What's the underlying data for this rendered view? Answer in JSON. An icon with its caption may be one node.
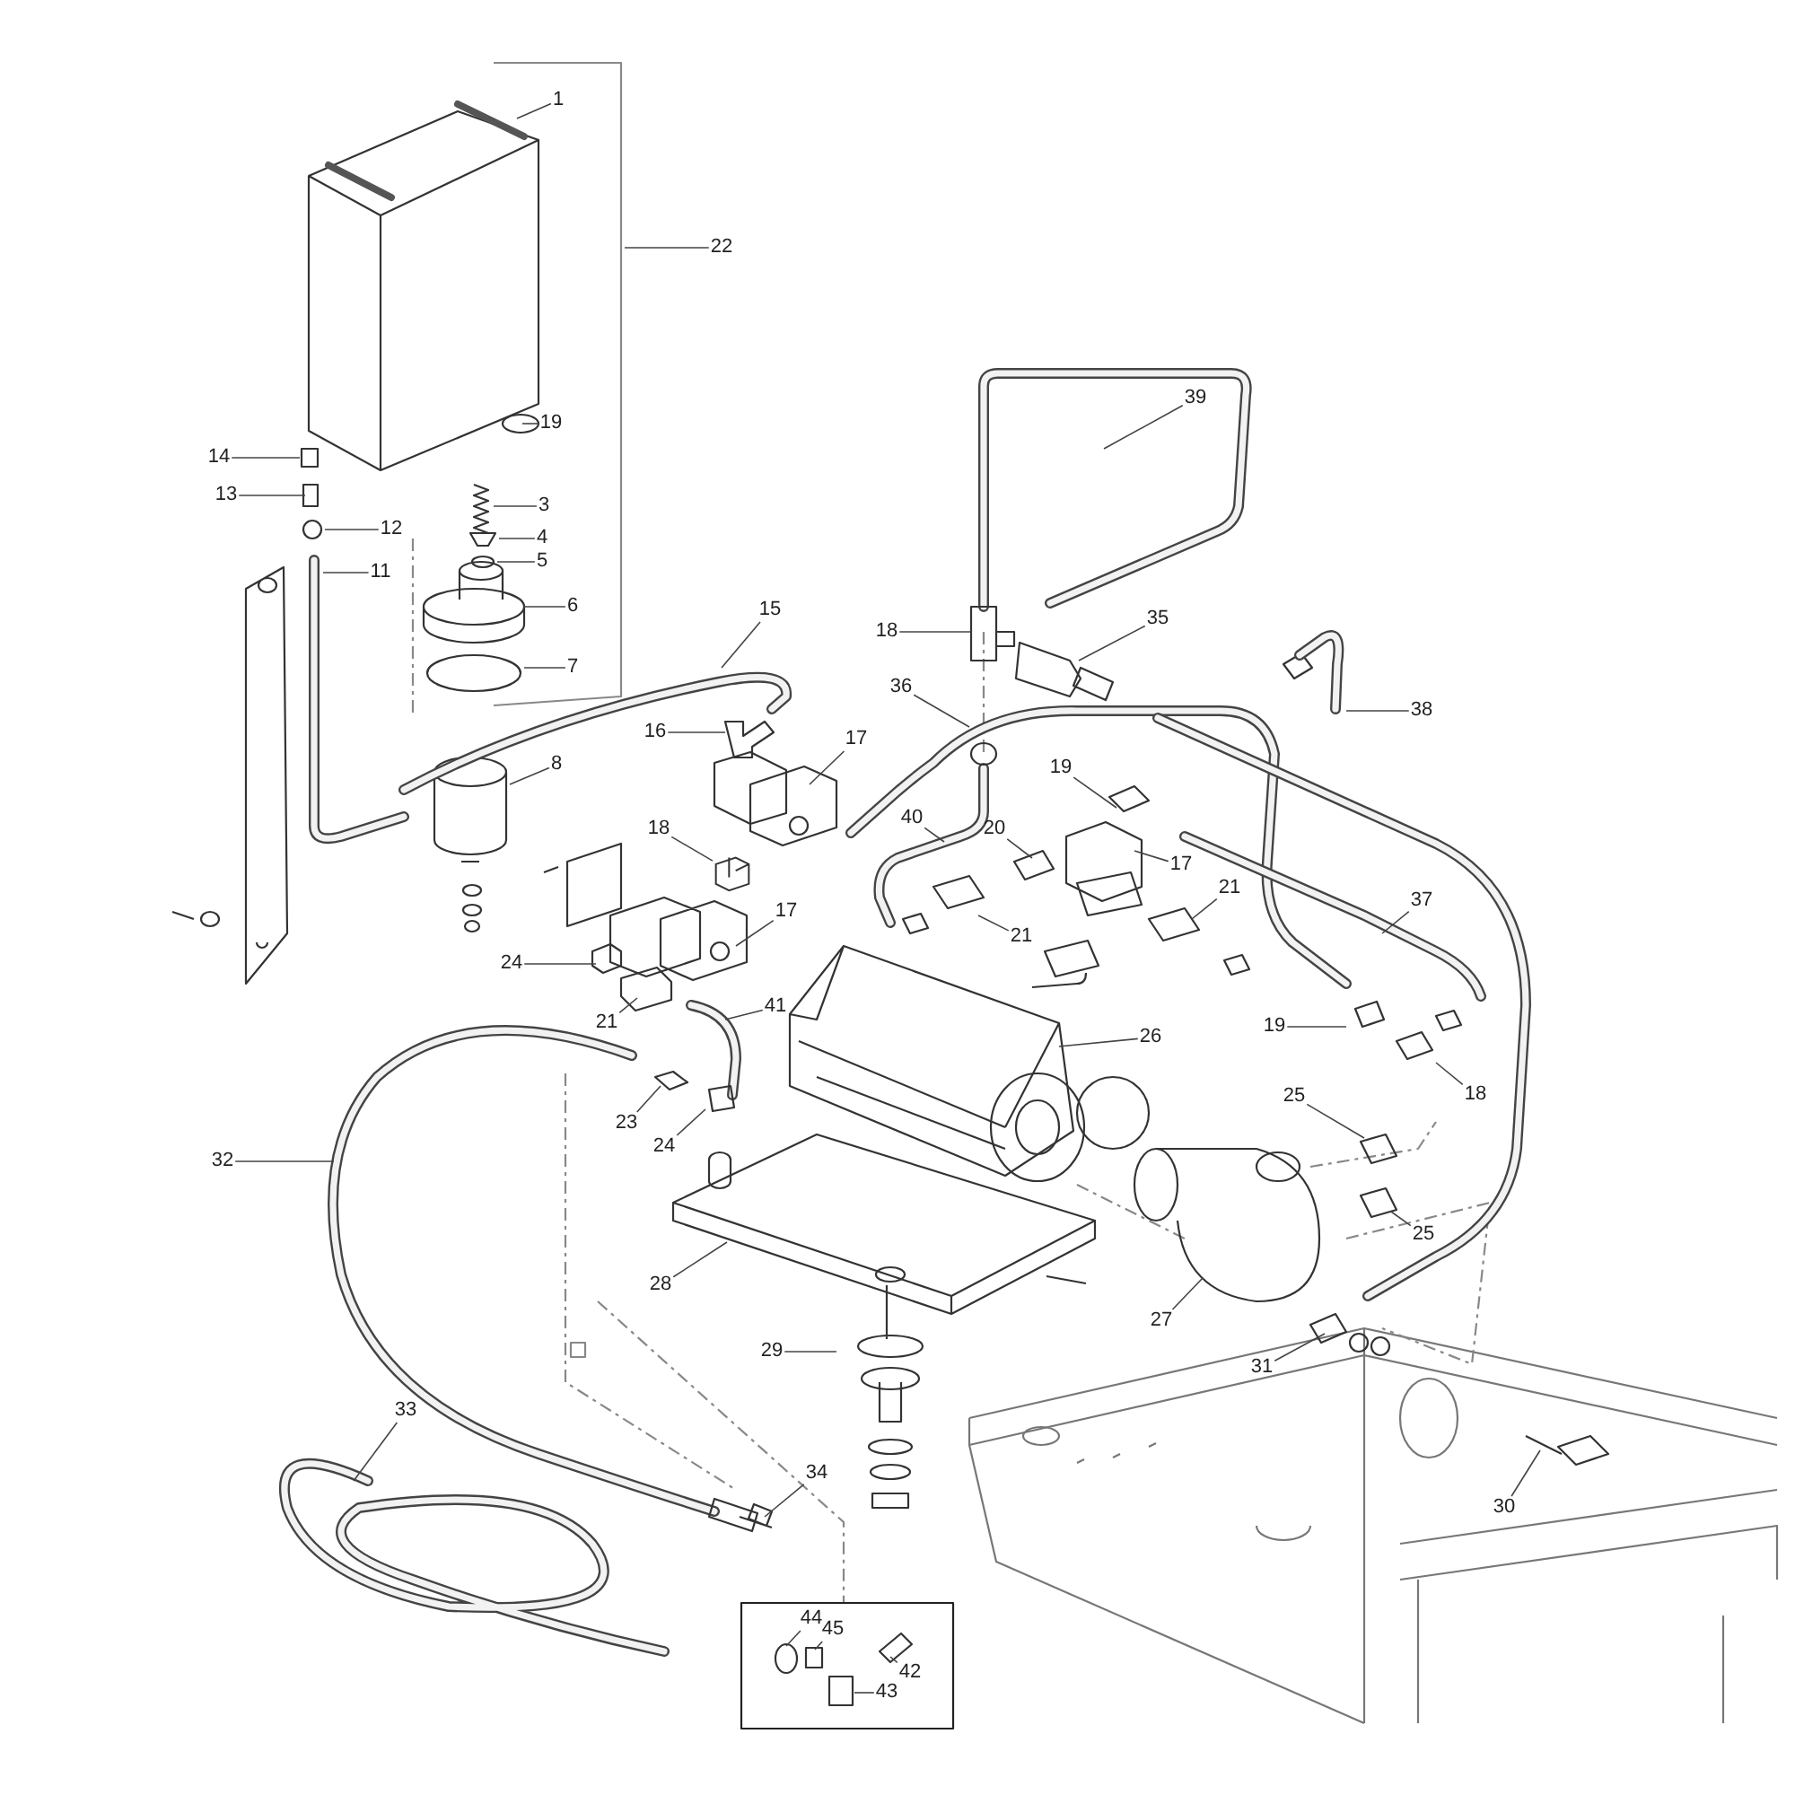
{
  "diagram": {
    "nodes": [
      {
        "text": [
          "1"
        ]
      },
      {
        "text": [
          "22"
        ]
      },
      {
        "text": [
          "19"
        ]
      },
      {
        "text": [
          "14"
        ]
      },
      {
        "text": [
          "13"
        ]
      },
      {
        "text": [
          "12"
        ]
      },
      {
        "text": [
          "3"
        ]
      },
      {
        "text": [
          "4"
        ]
      },
      {
        "text": [
          "5"
        ]
      },
      {
        "text": [
          "11"
        ]
      },
      {
        "text": [
          "6"
        ]
      },
      {
        "text": [
          "7"
        ]
      },
      {
        "text": [
          "15"
        ]
      },
      {
        "text": [
          "16"
        ]
      },
      {
        "text": [
          "8"
        ]
      },
      {
        "text": [
          "17"
        ]
      },
      {
        "text": [
          "18"
        ]
      },
      {
        "text": [
          "17"
        ]
      },
      {
        "text": [
          "18"
        ]
      },
      {
        "text": [
          "35"
        ]
      },
      {
        "text": [
          "39"
        ]
      },
      {
        "text": [
          "36"
        ]
      },
      {
        "text": [
          "38"
        ]
      },
      {
        "text": [
          "19"
        ]
      },
      {
        "text": [
          "40"
        ]
      },
      {
        "text": [
          "20"
        ]
      },
      {
        "text": [
          "17"
        ]
      },
      {
        "text": [
          "21"
        ]
      },
      {
        "text": [
          "21"
        ]
      },
      {
        "text": [
          "37"
        ]
      },
      {
        "text": [
          "24"
        ]
      },
      {
        "text": [
          "21"
        ]
      },
      {
        "text": [
          "41"
        ]
      },
      {
        "text": [
          "19"
        ]
      },
      {
        "text": [
          "18"
        ]
      },
      {
        "text": [
          "26"
        ]
      },
      {
        "text": [
          "25"
        ]
      },
      {
        "text": [
          "25"
        ]
      },
      {
        "text": [
          "32"
        ]
      },
      {
        "text": [
          "23"
        ]
      },
      {
        "text": [
          "24"
        ]
      },
      {
        "text": [
          "28"
        ]
      },
      {
        "text": [
          "27"
        ]
      },
      {
        "text": [
          "29"
        ]
      },
      {
        "text": [
          "31"
        ]
      },
      {
        "text": [
          "30"
        ]
      },
      {
        "text": [
          "33"
        ]
      },
      {
        "text": [
          "34"
        ]
      },
      {
        "text": [
          "44"
        ]
      },
      {
        "text": [
          "45"
        ]
      },
      {
        "text": [
          "42"
        ]
      },
      {
        "text": [
          "43"
        ]
      },
      {
        "text": [],
        "shape": "picture"
      }
    ],
    "edges": [
      {
        "from": 0,
        "to": null,
        "arrow": "none"
      },
      {
        "from": 1,
        "to": null,
        "arrow": "none"
      },
      {
        "from": 2,
        "to": null,
        "arrow": "none"
      },
      {
        "from": 3,
        "to": null,
        "arrow": "none"
      },
      {
        "from": 4,
        "to": null,
        "arrow": "none"
      },
      {
        "from": 5,
        "to": null,
        "arrow": "none"
      },
      {
        "from": 6,
        "to": null,
        "arrow": "none"
      },
      {
        "from": 7,
        "to": null,
        "arrow": "none"
      },
      {
        "from": 8,
        "to": null,
        "arrow": "none"
      },
      {
        "from": 9,
        "to": null,
        "arrow": "none"
      },
      {
        "from": 10,
        "to": null,
        "arrow": "none"
      },
      {
        "from": 11,
        "to": null,
        "arrow": "none"
      },
      {
        "from": 12,
        "to": null,
        "arrow": "none"
      },
      {
        "from": 13,
        "to": null,
        "arrow": "none"
      },
      {
        "from": 14,
        "to": null,
        "arrow": "none"
      },
      {
        "from": 15,
        "to": null,
        "arrow": "none"
      },
      {
        "from": 16,
        "to": 52,
        "arrow": "none"
      },
      {
        "from": 17,
        "to": null,
        "arrow": "none"
      },
      {
        "from": 18,
        "to": null,
        "arrow": "none"
      },
      {
        "from": 19,
        "to": null,
        "arrow": "none"
      },
      {
        "from": 20,
        "to": null,
        "arrow": "none"
      },
      {
        "from": 21,
        "to": null,
        "arrow": "none"
      },
      {
        "from": 22,
        "to": null,
        "arrow": "none"
      },
      {
        "from": 23,
        "to": null,
        "arrow": "none"
      },
      {
        "from": 24,
        "to": null,
        "arrow": "none"
      },
      {
        "from": 25,
        "to": null,
        "arrow": "none"
      },
      {
        "from": 26,
        "to": null,
        "arrow": "none"
      },
      {
        "from": 27,
        "to": null,
        "arrow": "none"
      },
      {
        "from": 28,
        "to": null,
        "arrow": "none"
      },
      {
        "from": 29,
        "to": null,
        "arrow": "none"
      },
      {
        "from": 30,
        "to": null,
        "arrow": "none"
      },
      {
        "from": 31,
        "to": null,
        "arrow": "none"
      },
      {
        "from": 32,
        "to": null,
        "arrow": "none"
      },
      {
        "from": 33,
        "to": null,
        "arrow": "none"
      },
      {
        "from": 34,
        "to": null,
        "arrow": "none"
      },
      {
        "from": 35,
        "to": null,
        "arrow": "none"
      },
      {
        "from": 36,
        "to": null,
        "arrow": "none"
      },
      {
        "from": 37,
        "to": null,
        "arrow": "none"
      },
      {
        "from": 38,
        "to": null,
        "arrow": "none"
      },
      {
        "from": 39,
        "to": null,
        "arrow": "none"
      },
      {
        "from": 40,
        "to": null,
        "arrow": "none"
      },
      {
        "from": 41,
        "to": null,
        "arrow": "none"
      },
      {
        "from": 42,
        "to": null,
        "arrow": "none"
      },
      {
        "from": 43,
        "to": null,
        "arrow": "none"
      },
      {
        "from": 44,
        "to": null,
        "arrow": "none"
      },
      {
        "from": 45,
        "to": null,
        "arrow": "none"
      },
      {
        "from": 46,
        "to": null,
        "arrow": "none"
      },
      {
        "from": 47,
        "to": null,
        "arrow": "none"
      },
      {
        "from": 48,
        "to": null,
        "arrow": "none"
      },
      {
        "from": 49,
        "to": null,
        "arrow": "none"
      },
      {
        "from": 50,
        "to": null,
        "arrow": "none"
      },
      {
        "from": 51,
        "to": null,
        "arrow": "none"
      }
    ]
  }
}
